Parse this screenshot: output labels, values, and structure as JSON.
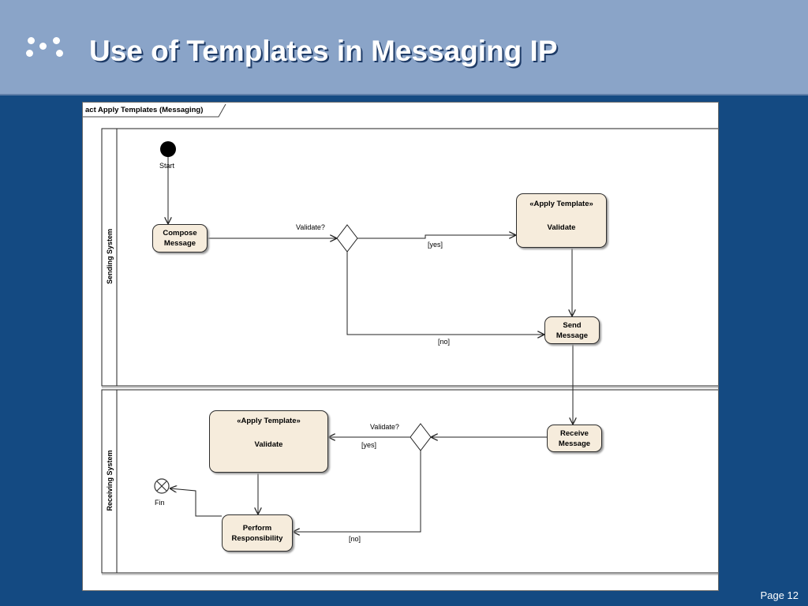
{
  "slide": {
    "title": "Use of Templates in Messaging IP",
    "page_number": "Page 12"
  },
  "diagram": {
    "frame_label": "act Apply Templates (Messaging)",
    "lanes": {
      "sending": "Sending System",
      "receiving": "Receiving System"
    },
    "start_label": "Start",
    "end_label": "Fin",
    "nodes": {
      "compose": [
        "Compose",
        "Message"
      ],
      "validate_send": {
        "stereotype": "«Apply Template»",
        "name": "Validate"
      },
      "send": [
        "Send",
        "Message"
      ],
      "receive": [
        "Receive",
        "Message"
      ],
      "validate_recv": {
        "stereotype": "«Apply Template»",
        "name": "Validate"
      },
      "perform": [
        "Perform",
        "Responsibility"
      ]
    },
    "guards": {
      "validate_q_send": "Validate?",
      "yes_send": "[yes]",
      "no_send": "[no]",
      "validate_q_recv": "Validate?",
      "yes_recv": "[yes]",
      "no_recv": "[no]"
    }
  }
}
